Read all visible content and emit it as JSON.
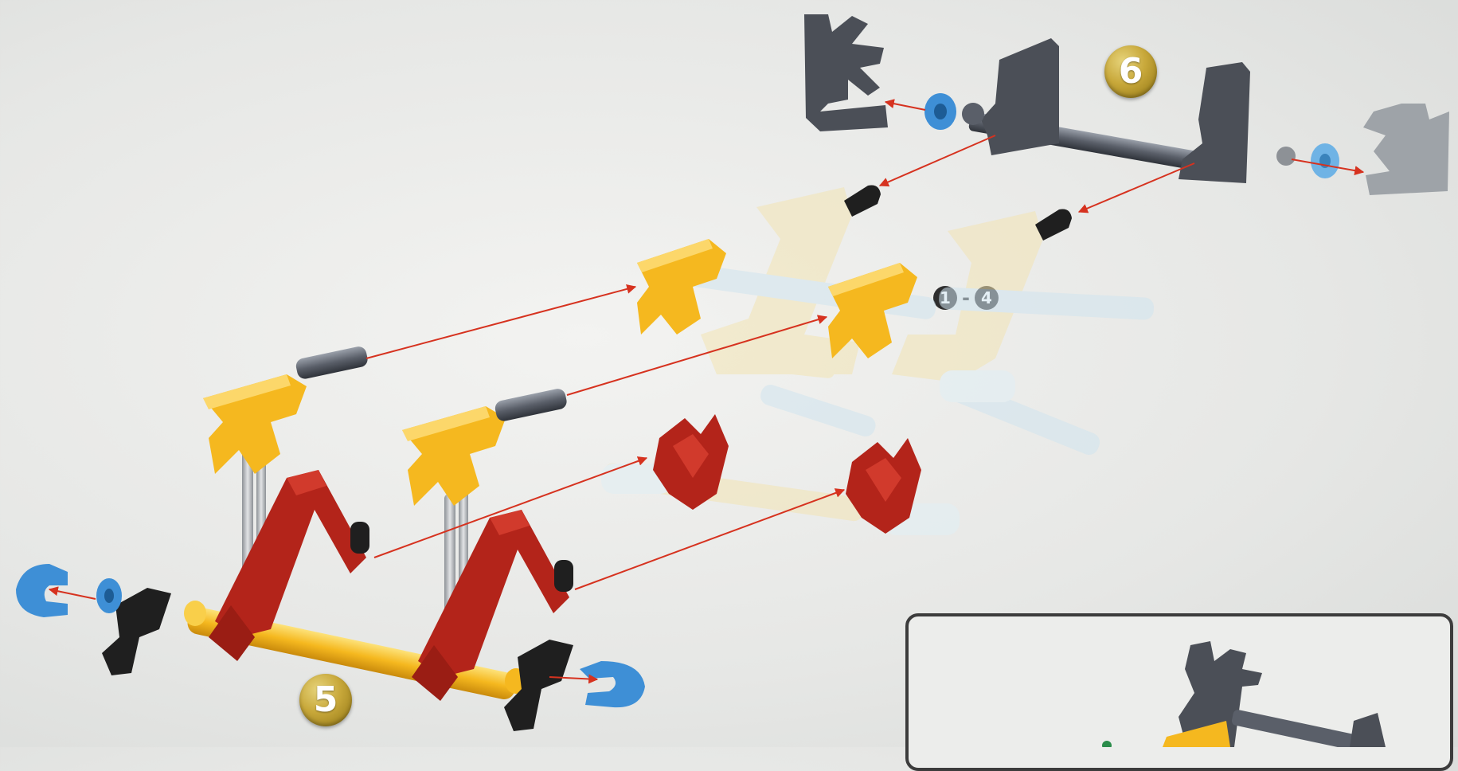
{
  "steps": {
    "step5": "5",
    "step6": "6"
  },
  "reference": {
    "start": "1",
    "dash": "-",
    "end": "4"
  },
  "colors": {
    "yellow_part": "#f5b81f",
    "red_part": "#b3241a",
    "dark_part": "#4b4f57",
    "blue_part": "#3e8fd6",
    "ghost_part": "#f2e3b3",
    "ghost_blue": "#cfe4ee",
    "arrow": "#d6321f",
    "badge_gold": "#c8a83a"
  },
  "icons": [
    "gear-connector-icon",
    "rod-icon",
    "clip-icon",
    "spacer-icon",
    "corner-bracket-icon"
  ]
}
